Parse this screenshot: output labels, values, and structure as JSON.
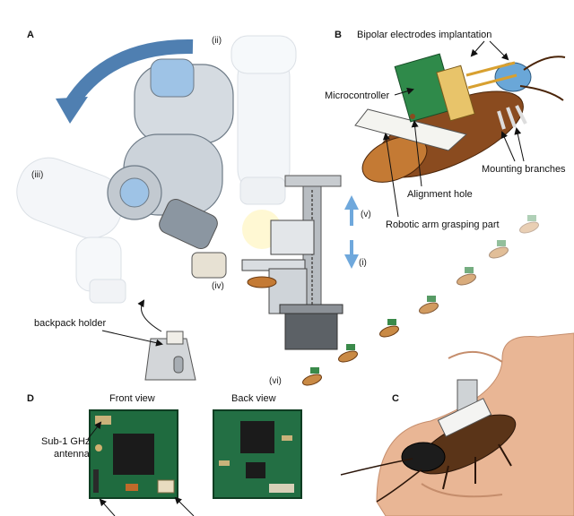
{
  "panels": {
    "a": {
      "letter": "A",
      "stages": [
        "(ii)",
        "(iii)",
        "(iv)",
        "(v)",
        "(i)",
        "(vi)"
      ],
      "backpack_holder": "backpack holder"
    },
    "b": {
      "letter": "B",
      "bipolar": "Bipolar electrodes implantation",
      "microcontroller": "Microcontroller",
      "mounting": "Mounting branches",
      "alignment": "Alignment hole",
      "grasping": "Robotic arm grasping part"
    },
    "c": {
      "letter": "C"
    },
    "d": {
      "letter": "D",
      "front_view": "Front view",
      "back_view": "Back view",
      "antenna_line1": "Sub-1 GHz",
      "antenna_line2": "antenna"
    }
  },
  "colors": {
    "arm_arrow": "#4f7fb1",
    "lift_arrow": "#6fa8dc",
    "pcb": "#1f6b3f",
    "roach": "#8a4b1f",
    "skin": "#e9b695"
  }
}
